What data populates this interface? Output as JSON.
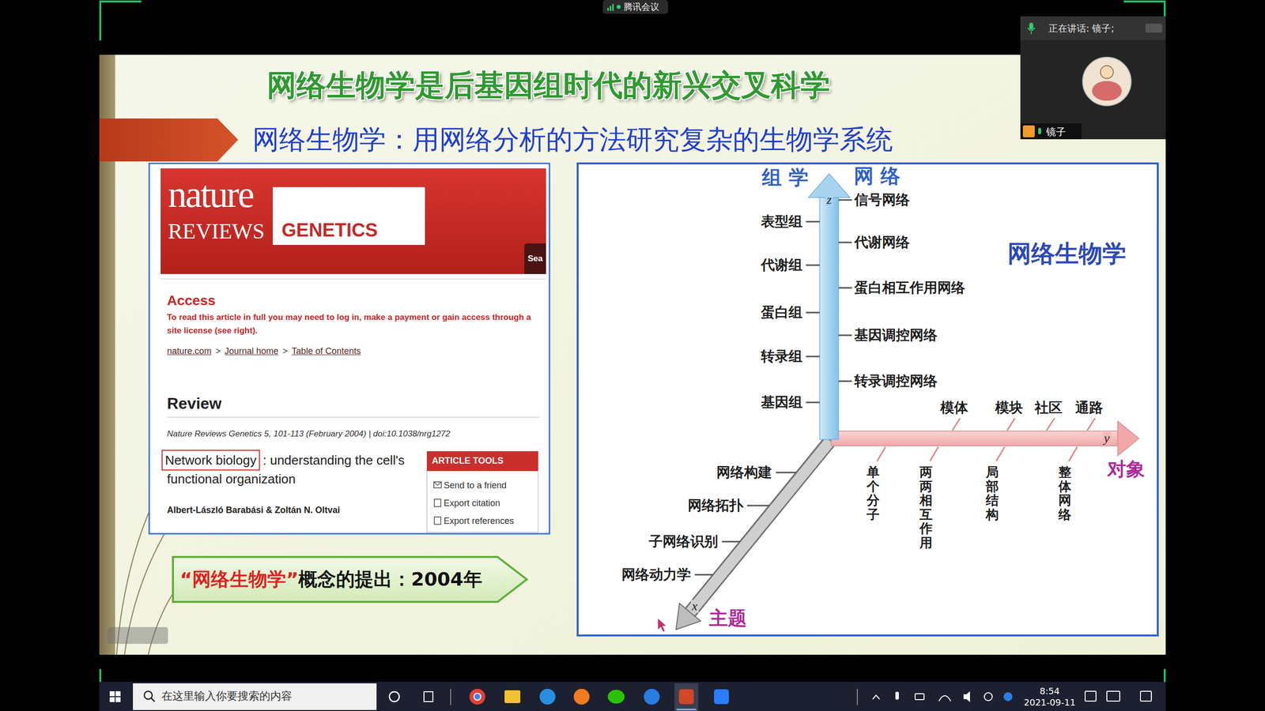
{
  "diagram": {
    "title": "网络生物学是后基因组时代的新兴交叉科学",
    "nodes": [
      {
        "text": [
          "Access",
          "To read this article in full you may need to log in, make a payment or gain access through a site license (see right).",
          "nature.com",
          ">",
          "Journal home",
          ">",
          "Table of Contents",
          "Review",
          "Nature Reviews Genetics 5, 101-113 (February 2004) | doi:10.1038/nrg1272",
          ": understanding the cell's functional organization",
          "Albert-László Barabási & Zoltán N. Oltvai"
        ]
      },
      {
        "text": [
          "nature",
          "REVIEWS"
        ],
        "in": 0
      },
      {
        "text": [
          "GENETICS"
        ],
        "in": 1
      },
      {
        "text": [
          "Sea"
        ],
        "in": 1
      },
      {
        "text": [
          "Network biology"
        ],
        "in": 0
      },
      {
        "text": [
          "ARTICLE TOOLS",
          "Send to a friend",
          "Export citation",
          "Export references"
        ],
        "in": 0
      },
      {
        "text": [
          "“网络生物学”",
          "概念的提出：2004年"
        ]
      },
      {
        "text": [
          "组 学",
          "网 络",
          "z",
          "信号网络",
          "表型组",
          "代谢网络",
          "网络生物学",
          "代谢组",
          "蛋白相互作用网络",
          "蛋白组",
          "基因调控网络",
          "转录组",
          "转录调控网络",
          "基因组",
          "模体",
          "模块",
          "社区",
          "通路",
          "y",
          "网络构建",
          "单个分子",
          "两两相互作用",
          "局部结构",
          "整体网络",
          "对象",
          "网络拓扑",
          "子网络识别",
          "网络动力学",
          "x",
          "主题"
        ]
      },
      {
        "text": [
          "正在讲话: 镜子;",
          "镜子"
        ]
      },
      {
        "text": [
          "在这里输入你要搜索的内容"
        ]
      }
    ],
    "labels": [
      "腾讯会议",
      "网络生物学：用网络分析的方法研究复杂的生物学系统",
      "8:54",
      "2021-09-11"
    ]
  }
}
